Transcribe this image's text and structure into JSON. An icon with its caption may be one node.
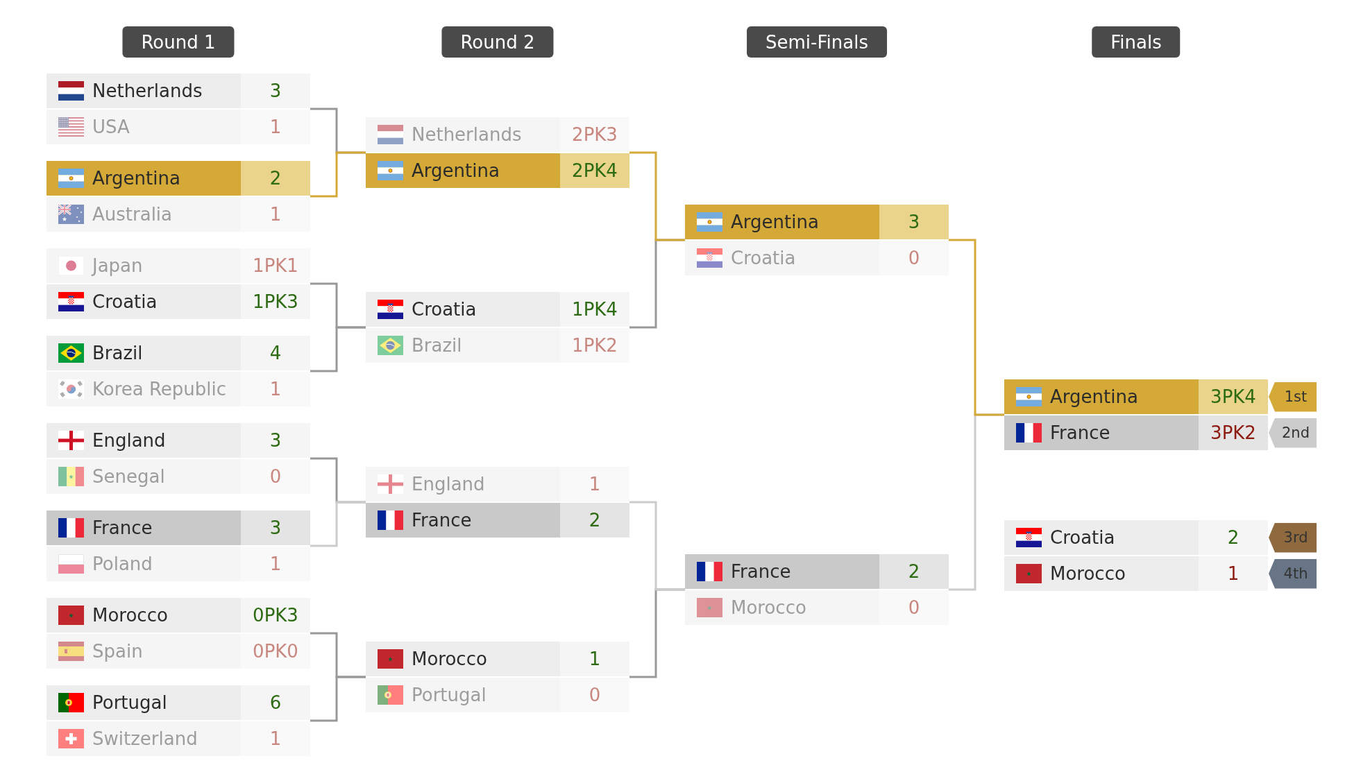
{
  "diagram": {
    "nodes": [
      {
        "text": [
          "Round 1"
        ]
      },
      {
        "text": [
          "Round 2"
        ]
      },
      {
        "text": [
          "Semi-Finals"
        ]
      },
      {
        "text": [
          "Finals"
        ]
      },
      {
        "text": [
          "Netherlands",
          "3",
          "USA",
          "1"
        ]
      },
      {
        "text": [
          "Argentina",
          "2",
          "Australia",
          "1"
        ]
      },
      {
        "text": [
          "Japan",
          "1PK1",
          "Croatia",
          "1PK3"
        ]
      },
      {
        "text": [
          "Brazil",
          "4",
          "Korea Republic",
          "1"
        ]
      },
      {
        "text": [
          "England",
          "3",
          "Senegal",
          "0"
        ]
      },
      {
        "text": [
          "France",
          "3",
          "Poland",
          "1"
        ]
      },
      {
        "text": [
          "Morocco",
          "0PK3",
          "Spain",
          "0PK0"
        ]
      },
      {
        "text": [
          "Portugal",
          "6",
          "Switzerland",
          "1"
        ]
      },
      {
        "text": [
          "Netherlands",
          "2PK3",
          "Argentina",
          "2PK4"
        ]
      },
      {
        "text": [
          "Croatia",
          "1PK4",
          "Brazil",
          "1PK2"
        ]
      },
      {
        "text": [
          "England",
          "1",
          "France",
          "2"
        ]
      },
      {
        "text": [
          "Morocco",
          "1",
          "Portugal",
          "0"
        ]
      },
      {
        "text": [
          "Argentina",
          "3",
          "Croatia",
          "0"
        ]
      },
      {
        "text": [
          "France",
          "2",
          "Morocco",
          "0"
        ]
      },
      {
        "text": [
          "Argentina",
          "3PK4",
          "France",
          "3PK2"
        ]
      },
      {
        "text": [
          "1st"
        ]
      },
      {
        "text": [
          "2nd"
        ]
      },
      {
        "text": [
          "Croatia",
          "2",
          "Morocco",
          "1"
        ]
      },
      {
        "text": [
          "3rd"
        ]
      },
      {
        "text": [
          "4th"
        ]
      }
    ],
    "edges": [
      {
        "from": 4,
        "to": 12,
        "arrow": "none"
      },
      {
        "from": 5,
        "to": 12,
        "arrow": "none",
        "color": "#d4a937"
      },
      {
        "from": 6,
        "to": 13,
        "arrow": "none"
      },
      {
        "from": 7,
        "to": 13,
        "arrow": "none"
      },
      {
        "from": 8,
        "to": 14,
        "arrow": "none"
      },
      {
        "from": 9,
        "to": 14,
        "arrow": "none",
        "color": "#cccccc"
      },
      {
        "from": 10,
        "to": 15,
        "arrow": "none"
      },
      {
        "from": 11,
        "to": 15,
        "arrow": "none"
      },
      {
        "from": 12,
        "to": 16,
        "arrow": "none",
        "color": "#d4a937"
      },
      {
        "from": 13,
        "to": 16,
        "arrow": "none"
      },
      {
        "from": 14,
        "to": 17,
        "arrow": "none",
        "color": "#cccccc"
      },
      {
        "from": 15,
        "to": 17,
        "arrow": "none"
      },
      {
        "from": 16,
        "to": 18,
        "arrow": "none",
        "color": "#d4a937"
      },
      {
        "from": 17,
        "to": 18,
        "arrow": "none",
        "color": "#cccccc"
      }
    ]
  }
}
